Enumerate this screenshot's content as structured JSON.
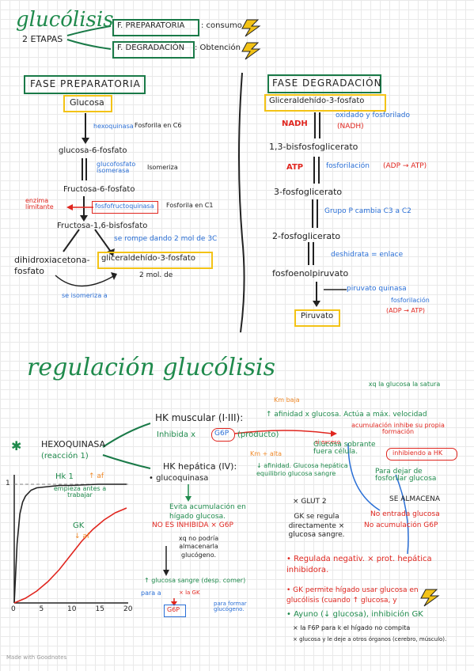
{
  "header": {
    "title": "glucólisis",
    "stages": "2 ETAPAS",
    "prep": "F. PREPARATORIA",
    "prep_note": ": consumo",
    "deg": "F. DEGRADACIÓN",
    "deg_note": ": Obtención"
  },
  "prep": {
    "heading": "FASE PREPARATORIA",
    "glucosa": "Glucosa",
    "hexoquinasa": "hexoquinasa",
    "fosf_c6": "Fosforila en C6",
    "g6p": "glucosa-6-fosfato",
    "isomerasa": "glucofosfato isomerasa",
    "isomeriza": "Isomeriza",
    "f6p": "Fructosa-6-fosfato",
    "enzima": "enzima limitante",
    "pfk": "fosfofructoquinasa",
    "fosf_c1": "Fosforila en C1",
    "f16bp": "Fructosa-1,6-bisfosfato",
    "rompe": "se rompe dando 2 mol de 3C",
    "dhap": "dihidroxiacetona-fosfato",
    "gap": "gliceraldehído-3-fosfato",
    "two_mol": "2 mol. de",
    "se_isomeriza": "se isomeriza a"
  },
  "deg": {
    "heading": "FASE DEGRADACIÓN",
    "gap": "Gliceraldehído-3-fosfato",
    "nadh_l": "NADH",
    "oxidado": "oxidado y fosforilado",
    "nadh_r": "(NADH)",
    "bpg": "1,3-bisfosfoglicerato",
    "atp": "ATP",
    "fosforilacion": "fosforilación",
    "adp_atp": "(ADP → ATP)",
    "pg3": "3-fosfoglicerato",
    "grupo": "Grupo P cambia C3 a C2",
    "pg2": "2-fosfoglicerato",
    "deshidrata": "deshidrata = enlace",
    "pep": "fosfoenolpiruvato",
    "piruvato_quinasa": "piruvato quinasa",
    "fosforilacion2": "fosforilación",
    "adp_atp2": "(ADP → ATP)",
    "piruvato": "Piruvato"
  },
  "reg": {
    "title": "regulación glucólisis",
    "km_baja": "Km baja",
    "xq": "xq la glucosa la satura",
    "hexo": "HEXOQUINASA",
    "reac1": "(reacción 1)",
    "hk_musc": "HK muscular (I·III):",
    "afinidad": "↑ afinidad x glucosa. Actúa a máx. velocidad",
    "inhibida": "Inhibida x",
    "g6p": "G6P",
    "producto": "(producto)",
    "acumulacion": "acumulación inhibe su propia formación",
    "exceso": "si exceso",
    "glucosa_sob": "Glucosa sobrante fuera célula.",
    "inhibiendo": "inhibiendo a HK",
    "km_alta": "Km + alta",
    "hk_hep": "HK hepática (IV):",
    "baja_af": "↓ afinidad. Glucosa hepática equilibrio glucosa sangre",
    "glucoquinasa": "glucoquinasa",
    "para_dejar": "Para dejar de fosforilar glucosa",
    "evita": "Evita acumulación en hígado glucosa.",
    "glut2": "× GLUT 2",
    "se_almacena": "SE ALMACENA",
    "no_inhibido": "NO ES INHIBIDA × G6P",
    "gk_regula": "GK se regula directamente × glucosa sangre.",
    "no_entrada": "No entrada glucosa",
    "no_acum": "No acumulación G6P",
    "xq_no": "xq no podría almacenarla glucógeno.",
    "regulada": "Regulada negativ. × prot. hepática inhibidora.",
    "gk_permite": "GK permite hígado usar glucosa en glucólisis (cuando ↑ glucosa, y",
    "ayuno": "Ayuno (↓ glucosa), inhibición GK",
    "la_f6p": "× la F6P para k el hígado no compita",
    "x_glucosa": "× glucosa y le deje a otros órganos (cerebro, músculo).",
    "glucosa_sangre": "↑ glucosa sangre (desp. comer)",
    "para_a": "para a",
    "la_gk": "× la GK",
    "g6p_b": "G6P",
    "para_formar": "para formar glucógeno.",
    "hk1": "Hk 1",
    "af_up": "↑ af",
    "empieza": "empieza antes a trabajar",
    "gk_label": "GK",
    "af_down": "↓ af"
  },
  "footer": "Made with Goodnotes",
  "chart_data": {
    "type": "line",
    "x_ticks": [
      "0",
      "5",
      "10",
      "15",
      "20"
    ],
    "y_ticks": [
      "1"
    ],
    "xlim": [
      0,
      20
    ],
    "ylim": [
      0,
      1
    ],
    "series": [
      {
        "name": "Hk 1",
        "color": "#222222",
        "x": [
          0,
          0.5,
          1,
          1.5,
          2,
          3,
          4,
          6,
          8,
          10,
          15,
          20
        ],
        "y": [
          0,
          0.5,
          0.75,
          0.85,
          0.9,
          0.95,
          0.97,
          0.98,
          0.99,
          0.99,
          1,
          1
        ]
      },
      {
        "name": "GK",
        "color": "#e0261f",
        "x": [
          0,
          2,
          4,
          6,
          8,
          10,
          12,
          14,
          16,
          18,
          20
        ],
        "y": [
          0,
          0.04,
          0.1,
          0.18,
          0.28,
          0.4,
          0.52,
          0.62,
          0.7,
          0.76,
          0.8
        ]
      }
    ]
  },
  "colors": {
    "green": "#1f8a4c",
    "red": "#e0261f",
    "blue": "#2a6fd6",
    "yellow": "#f3c316",
    "orange": "#f08a2a"
  }
}
